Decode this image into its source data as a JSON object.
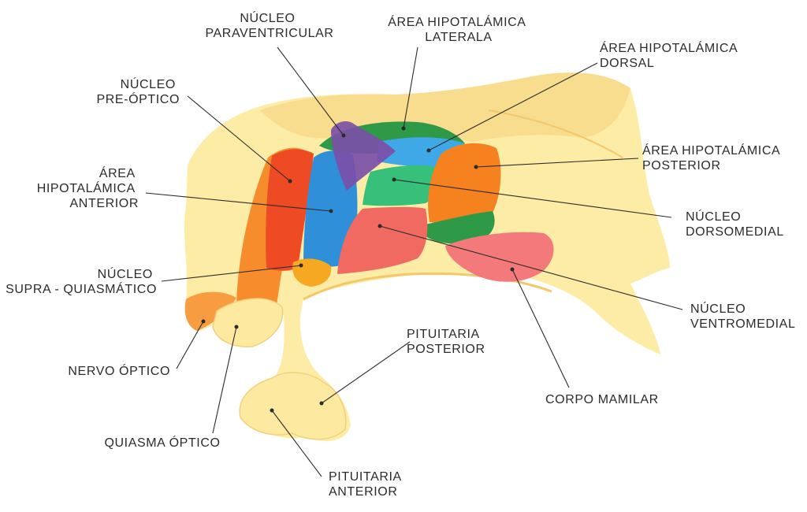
{
  "labels": {
    "paraventricular": [
      "NÚCLEO",
      "PARAVENTRICULAR"
    ],
    "lateral": [
      "ÁREA HIPOTALÁMICA",
      "LATERALA"
    ],
    "dorsal_area": [
      "ÁREA HIPOTALÁMICA",
      "DORSAL"
    ],
    "preoptic": [
      "NÚCLEO",
      "PRE-ÓPTICO"
    ],
    "posterior_area": [
      "ÁREA HIPOTALÁMICA",
      "POSTERIOR"
    ],
    "anterior_area": [
      "ÁREA",
      "HIPOTALÁMICA",
      "ANTERIOR"
    ],
    "dorsomedial": [
      "NÚCLEO",
      "DORSOMEDIAL"
    ],
    "suprachiasmatic": [
      "NÚCLEO",
      "SUPRA - QUIASMÁTICO"
    ],
    "ventromedial": [
      "NÚCLEO",
      "VENTROMEDIAL"
    ],
    "optic_nerve": [
      "NERVO ÓPTICO"
    ],
    "pituitary_posterior": [
      "PITUITARIA",
      "POSTERIOR"
    ],
    "mammillary": [
      "CORPO MAMILAR"
    ],
    "optic_chiasm": [
      "QUIASMA ÓPTICO"
    ],
    "pituitary_anterior": [
      "PITUITARIA",
      "ANTERIOR"
    ]
  },
  "colors": {
    "tissue": "#fdeca6",
    "tissue_dark": "#f6d27a",
    "orange": "#f5821f",
    "red_orange": "#ee4a23",
    "blue": "#2f8fd8",
    "purple": "#7b4fa8",
    "green": "#2e9a48",
    "teal_green": "#37c07a",
    "salmon": "#f06a62",
    "pink": "#f4797a",
    "amber": "#f7a823"
  }
}
